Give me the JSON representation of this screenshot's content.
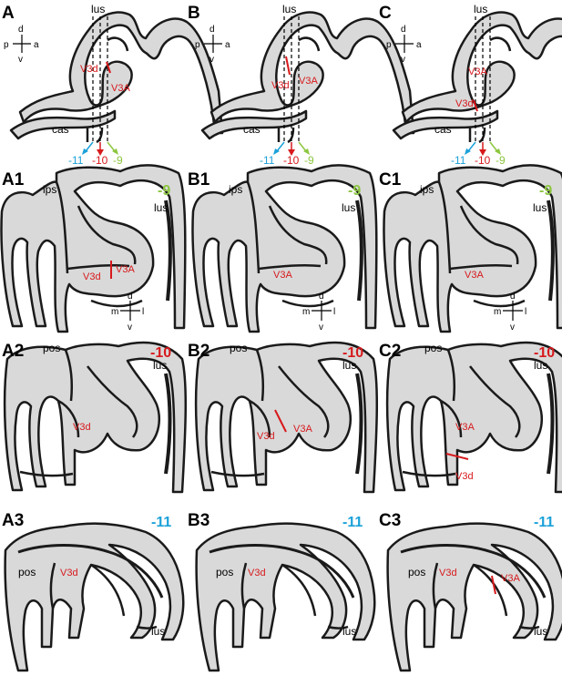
{
  "colors": {
    "tissue": "#d9d9d9",
    "outline": "#1a1a1a",
    "boundary": "#d7191c",
    "green": "#8cc63f",
    "red": "#d7191c",
    "blue": "#1ba1d9"
  },
  "orientation_top": {
    "up": "d",
    "down": "v",
    "left": "p",
    "right": "a"
  },
  "orientation_coronal": {
    "up": "d",
    "down": "v",
    "left": "m",
    "right": "l"
  },
  "sulci": {
    "lus": "lus",
    "cas": "cas",
    "ips": "ips",
    "pos": "pos"
  },
  "areas": {
    "v3d": "V3d",
    "v3a": "V3A"
  },
  "slice_labels": {
    "s9": "-9",
    "s10": "-10",
    "s11": "-11"
  },
  "panels": {
    "A": "A",
    "B": "B",
    "C": "C",
    "A1": "A1",
    "B1": "B1",
    "C1": "C1",
    "A2": "A2",
    "B2": "B2",
    "C2": "C2",
    "A3": "A3",
    "B3": "B3",
    "C3": "C3"
  }
}
